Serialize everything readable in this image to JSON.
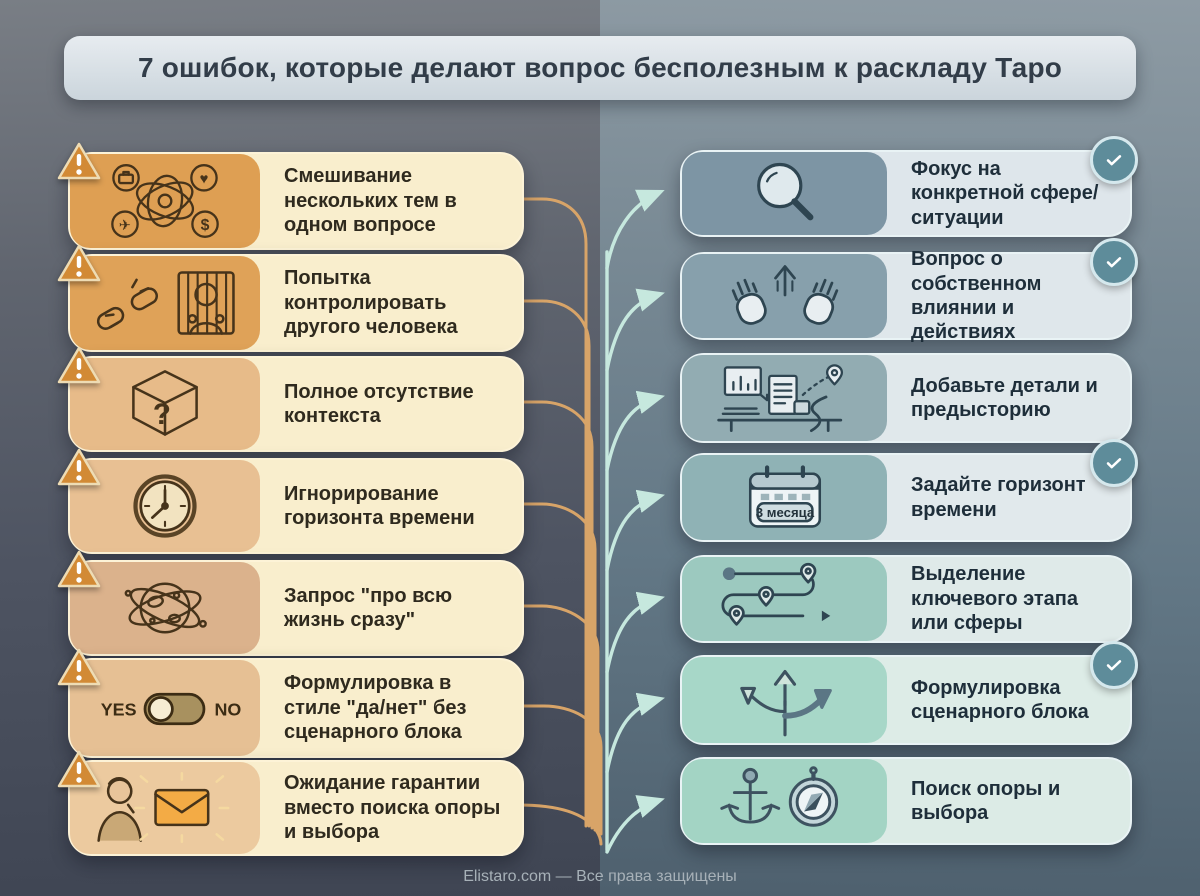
{
  "title": "7 ошибок, которые делают вопрос бесполезным к раскладу Таро",
  "footer": "Elistaro.com — Все права защищены",
  "left_column": {
    "items": [
      {
        "text": "Смешивание нескольких тем в одном вопросе",
        "icon": "tangled-topics-icon"
      },
      {
        "text": "Попытка контролировать другого человека",
        "icon": "broken-chain-prisoner-icon"
      },
      {
        "text": "Полное отсутствие контекста",
        "icon": "mystery-box-icon"
      },
      {
        "text": "Игнорирование горизонта времени",
        "icon": "clock-icon"
      },
      {
        "text": "Запрос \"про всю жизнь сразу\"",
        "icon": "globe-orbits-icon"
      },
      {
        "text": "Формулировка в стиле \"да/нет\" без сценарного блока",
        "icon": "yes-no-toggle-icon",
        "toggle_yes": "YES",
        "toggle_no": "NO"
      },
      {
        "text": "Ожидание гарантии вместо поиска опоры и выбора",
        "icon": "person-envelope-icon"
      }
    ]
  },
  "right_column": {
    "items": [
      {
        "text": "Фокус на конкретной сфере/ситуации",
        "icon": "magnifier-icon",
        "checked": true
      },
      {
        "text": "Вопрос о собственном влиянии и действиях",
        "icon": "hands-up-arrow-icon",
        "checked": true
      },
      {
        "text": "Добавьте детали и предысторию",
        "icon": "desk-details-icon",
        "checked": false
      },
      {
        "text": "Задайте горизонт времени",
        "icon": "calendar-icon",
        "checked": true,
        "calendar_label": "3 месяца"
      },
      {
        "text": "Выделение ключевого этапа или сферы",
        "icon": "route-pins-icon",
        "checked": false
      },
      {
        "text": "Формулировка сценарного блока",
        "icon": "branching-arrows-icon",
        "checked": true
      },
      {
        "text": "Поиск опоры и выбора",
        "icon": "anchor-compass-icon",
        "checked": false
      }
    ]
  },
  "colors": {
    "connector_orange": "#d8a468",
    "connector_teal": "#c6e8de",
    "warning_badge": "#d28a35",
    "check_badge": "#5e8c9a",
    "left_card_bg": "#f9eecd",
    "right_card_bg": "#dfe7eb"
  }
}
